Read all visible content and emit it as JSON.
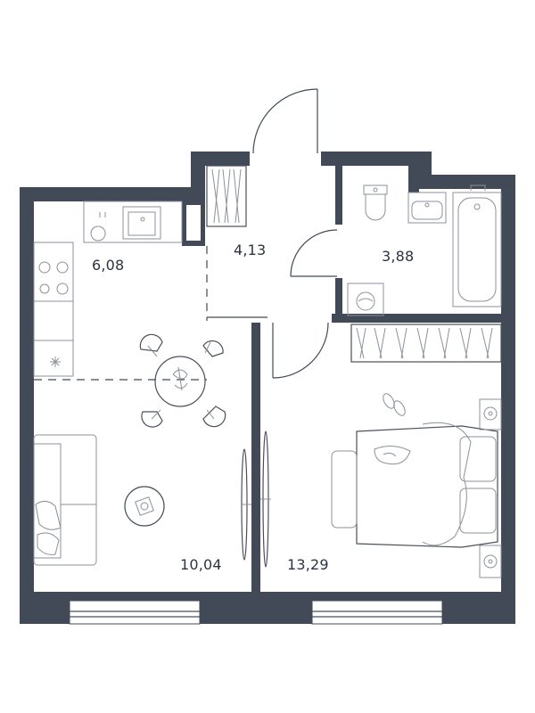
{
  "rooms": [
    {
      "id": "kitchen",
      "area": "6,08"
    },
    {
      "id": "hall",
      "area": "4,13"
    },
    {
      "id": "bathroom",
      "area": "3,88"
    },
    {
      "id": "living",
      "area": "10,04"
    },
    {
      "id": "bedroom",
      "area": "13,29"
    }
  ],
  "colors": {
    "wall": "#424a58",
    "text": "#2d3340",
    "fixture": "#8b9098"
  }
}
